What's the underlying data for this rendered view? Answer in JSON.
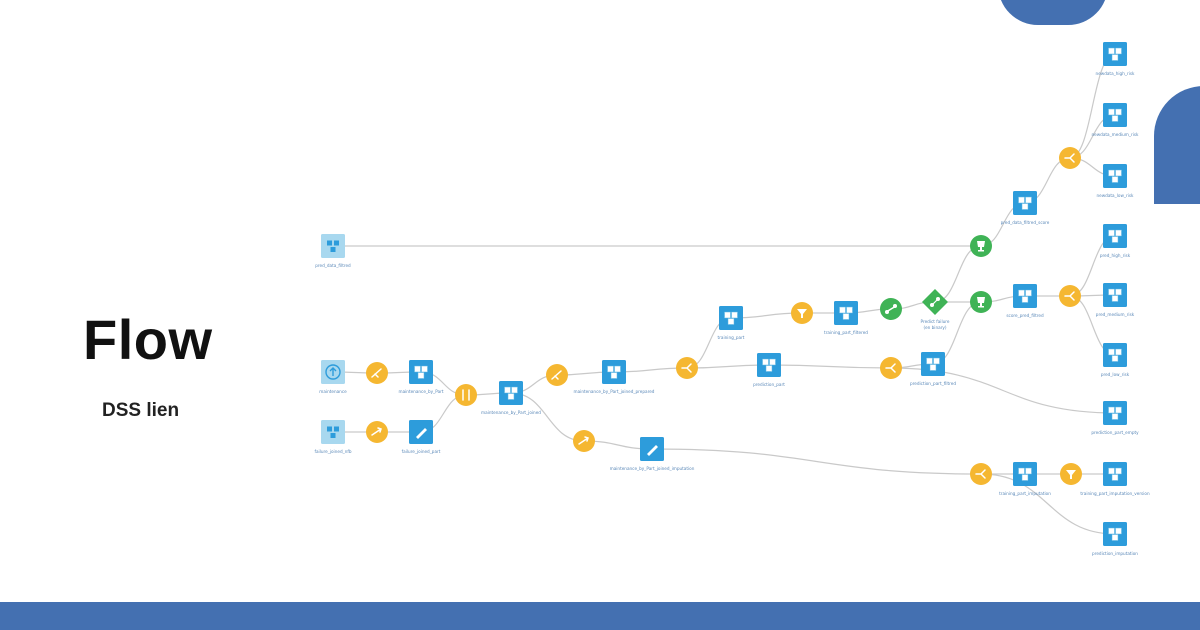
{
  "header": {
    "title": "Flow",
    "subtitle": "DSS lien"
  },
  "colors": {
    "brand_blue": "#4470b1",
    "dataset_blue": "#2d9cdb",
    "dataset_light": "#a8d8ef",
    "recipe_orange": "#f5b731",
    "model_green": "#3fb356",
    "edge_gray": "#c9c9c9"
  },
  "flow": {
    "datasets": [
      {
        "id": "pred_data_filtred",
        "label": "pred_data_filtred",
        "style": "light"
      },
      {
        "id": "maintenance",
        "label": "maintenance",
        "style": "light",
        "icon": "upload-icon"
      },
      {
        "id": "failure_joined_nfb",
        "label": "failure_joined_nfb",
        "style": "light"
      },
      {
        "id": "maintenance_by_part",
        "label": "maintenance_by_Part",
        "style": "solid"
      },
      {
        "id": "failure_joined_part",
        "label": "failure_joined_part",
        "style": "solid",
        "icon": "pencil-icon"
      },
      {
        "id": "maintenance_by_part_joined",
        "label": "maintenance_by_Part_joined",
        "style": "solid"
      },
      {
        "id": "maintenance_by_part_joined_prepared",
        "label": "maintenance_by_Part_joined_prepared",
        "style": "solid"
      },
      {
        "id": "maintenance_by_part_joined_imputation",
        "label": "maintenance_by_Part_joined_imputation",
        "style": "solid",
        "icon": "pencil-icon"
      },
      {
        "id": "training_part",
        "label": "training_part",
        "style": "solid"
      },
      {
        "id": "prediction_part",
        "label": "prediction_part",
        "style": "solid"
      },
      {
        "id": "training_part_filtered",
        "label": "training_part_filtered",
        "style": "solid"
      },
      {
        "id": "prediction_part_filtered",
        "label": "prediction_part_filtred",
        "style": "solid"
      },
      {
        "id": "pred_data_filtred_score",
        "label": "pred_data_filtred_score",
        "style": "solid"
      },
      {
        "id": "score_pred_filtred",
        "label": "score_pred_filtred",
        "style": "solid"
      },
      {
        "id": "prediction_part_empty",
        "label": "prediction_part_empty",
        "style": "solid"
      },
      {
        "id": "training_part_imputation",
        "label": "training_part_imputation",
        "style": "solid"
      },
      {
        "id": "training_part_imputation_version",
        "label": "training_part_imputation_version",
        "style": "solid"
      },
      {
        "id": "prediction_imputation",
        "label": "prediction_imputation",
        "style": "solid"
      },
      {
        "id": "newdata_high_risk",
        "label": "newdata_high_risk",
        "style": "solid"
      },
      {
        "id": "newdata_medium_risk",
        "label": "newdata_medium_risk",
        "style": "solid"
      },
      {
        "id": "newdata_low_risk",
        "label": "newdata_low_risk",
        "style": "solid"
      },
      {
        "id": "pred_high_risk",
        "label": "pred_high_risk",
        "style": "solid"
      },
      {
        "id": "pred_medium_risk",
        "label": "pred_medium_risk",
        "style": "solid"
      },
      {
        "id": "pred_low_risk",
        "label": "pred_low_risk",
        "style": "solid"
      }
    ],
    "recipes": [
      {
        "id": "r_prepare_maintenance",
        "kind": "prepare",
        "icon": "group-icon"
      },
      {
        "id": "r_sync_failure",
        "kind": "sync",
        "icon": "arrow-icon"
      },
      {
        "id": "r_join",
        "kind": "join",
        "icon": "join-icon"
      },
      {
        "id": "r_prepare_joined",
        "kind": "prepare",
        "icon": "broom-icon"
      },
      {
        "id": "r_sync_imputation",
        "kind": "sync",
        "icon": "arrow-icon"
      },
      {
        "id": "r_split_1",
        "kind": "split",
        "icon": "split-icon"
      },
      {
        "id": "r_filter_training",
        "kind": "filter",
        "icon": "funnel-icon"
      },
      {
        "id": "r_train",
        "kind": "train",
        "icon": "train-icon"
      },
      {
        "id": "r_split_2",
        "kind": "split",
        "icon": "split-icon"
      },
      {
        "id": "r_score_1",
        "kind": "score",
        "icon": "trophy-icon"
      },
      {
        "id": "r_score_2",
        "kind": "score",
        "icon": "trophy-icon"
      },
      {
        "id": "r_split_newdata",
        "kind": "split",
        "icon": "split-icon"
      },
      {
        "id": "r_split_pred",
        "kind": "split",
        "icon": "split-icon"
      },
      {
        "id": "r_split_imputation",
        "kind": "split",
        "icon": "split-icon"
      },
      {
        "id": "r_filter_imputation",
        "kind": "filter",
        "icon": "funnel-icon"
      }
    ],
    "models": [
      {
        "id": "predict_failure",
        "label": "Predict failure (en binary)"
      }
    ],
    "edges": [
      [
        "pred_data_filtred",
        "r_score_1"
      ],
      [
        "maintenance",
        "r_prepare_maintenance"
      ],
      [
        "r_prepare_maintenance",
        "maintenance_by_part"
      ],
      [
        "failure_joined_nfb",
        "r_sync_failure"
      ],
      [
        "r_sync_failure",
        "failure_joined_part"
      ],
      [
        "maintenance_by_part",
        "r_join"
      ],
      [
        "failure_joined_part",
        "r_join"
      ],
      [
        "r_join",
        "maintenance_by_part_joined"
      ],
      [
        "maintenance_by_part_joined",
        "r_prepare_joined"
      ],
      [
        "maintenance_by_part_joined",
        "r_sync_imputation"
      ],
      [
        "r_prepare_joined",
        "maintenance_by_part_joined_prepared"
      ],
      [
        "r_sync_imputation",
        "maintenance_by_part_joined_imputation"
      ],
      [
        "maintenance_by_part_joined_prepared",
        "r_split_1"
      ],
      [
        "r_split_1",
        "training_part"
      ],
      [
        "r_split_1",
        "prediction_part"
      ],
      [
        "training_part",
        "r_filter_training"
      ],
      [
        "r_filter_training",
        "training_part_filtered"
      ],
      [
        "training_part_filtered",
        "r_train"
      ],
      [
        "r_train",
        "predict_failure"
      ],
      [
        "prediction_part",
        "r_split_2"
      ],
      [
        "r_split_2",
        "prediction_part_filtered"
      ],
      [
        "r_split_2",
        "prediction_part_empty"
      ],
      [
        "predict_failure",
        "r_score_1"
      ],
      [
        "predict_failure",
        "r_score_2"
      ],
      [
        "prediction_part_filtered",
        "r_score_2"
      ],
      [
        "r_score_1",
        "pred_data_filtred_score"
      ],
      [
        "r_score_2",
        "score_pred_filtred"
      ],
      [
        "pred_data_filtred_score",
        "r_split_newdata"
      ],
      [
        "r_split_newdata",
        "newdata_high_risk"
      ],
      [
        "r_split_newdata",
        "newdata_medium_risk"
      ],
      [
        "r_split_newdata",
        "newdata_low_risk"
      ],
      [
        "score_pred_filtred",
        "r_split_pred"
      ],
      [
        "r_split_pred",
        "pred_high_risk"
      ],
      [
        "r_split_pred",
        "pred_medium_risk"
      ],
      [
        "r_split_pred",
        "pred_low_risk"
      ],
      [
        "maintenance_by_part_joined_imputation",
        "r_split_imputation"
      ],
      [
        "r_split_imputation",
        "training_part_imputation"
      ],
      [
        "r_split_imputation",
        "prediction_imputation"
      ],
      [
        "training_part_imputation",
        "r_filter_imputation"
      ],
      [
        "r_filter_imputation",
        "training_part_imputation_version"
      ]
    ]
  }
}
